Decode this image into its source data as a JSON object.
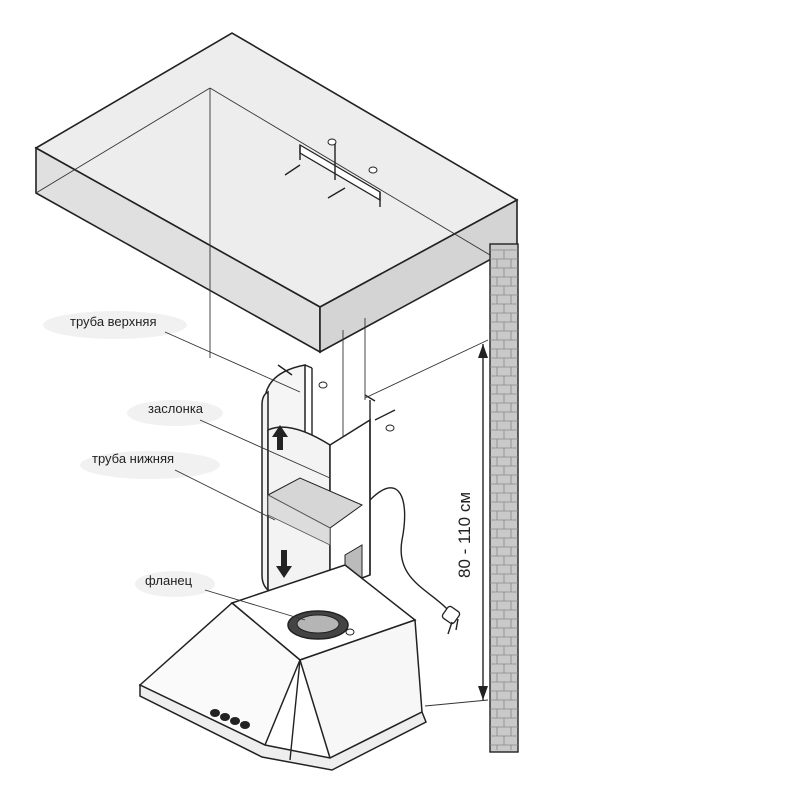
{
  "labels": {
    "upper_pipe": "труба верхняя",
    "damper": "заслонка",
    "lower_pipe": "труба нижняя",
    "flange": "фланец"
  },
  "dimension": "80 - 110 см",
  "colors": {
    "line": "#222222",
    "ceiling_side": "#e0e0e0",
    "ceiling_top": "#ededed",
    "brick": "#c9c9c9",
    "glass": "#f3f3f3",
    "flange_ring": "#444444"
  },
  "icons": [
    "bracket-icon",
    "plug-icon",
    "arrow-up-icon",
    "arrow-down-icon"
  ]
}
